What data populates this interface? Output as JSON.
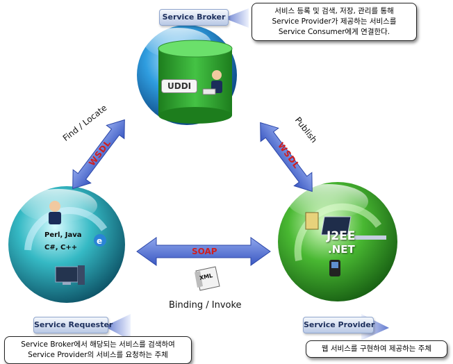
{
  "broker": {
    "tag": "Service Broker",
    "registry": "UDDI",
    "callout": [
      "서비스 등록 및 검색, 저장, 관리를 통해",
      "Service Provider가 제공하는 서비스를",
      "Service Consumer에게 연결한다."
    ]
  },
  "requester": {
    "tag": "Service Requester",
    "languages": [
      "Perl, Java",
      "C#, C++"
    ],
    "callout": [
      "Service Broker에서 해당되는 서비스를 검색하여",
      "Service Provider의 서비스를 요청하는 주체"
    ]
  },
  "provider": {
    "tag": "Service Provider",
    "platforms": [
      "J2EE",
      ".NET"
    ],
    "callout": [
      "웹 서비스를 구현하여 제공하는 주체"
    ]
  },
  "links": {
    "left_caption": "Find / Locate",
    "right_caption": "Publish",
    "left_protocol": "WSDL",
    "right_protocol": "WSDL",
    "bottom_protocol": "SOAP",
    "document_label": "XML",
    "bottom_caption": "Binding / Invoke"
  },
  "colors": {
    "broker_sphere": "#1e8fd6",
    "requester_sphere": "#2bb0b8",
    "provider_sphere": "#3fae2a",
    "arrow": "#4f6fd0",
    "protocol_text": "#d01f1f"
  }
}
